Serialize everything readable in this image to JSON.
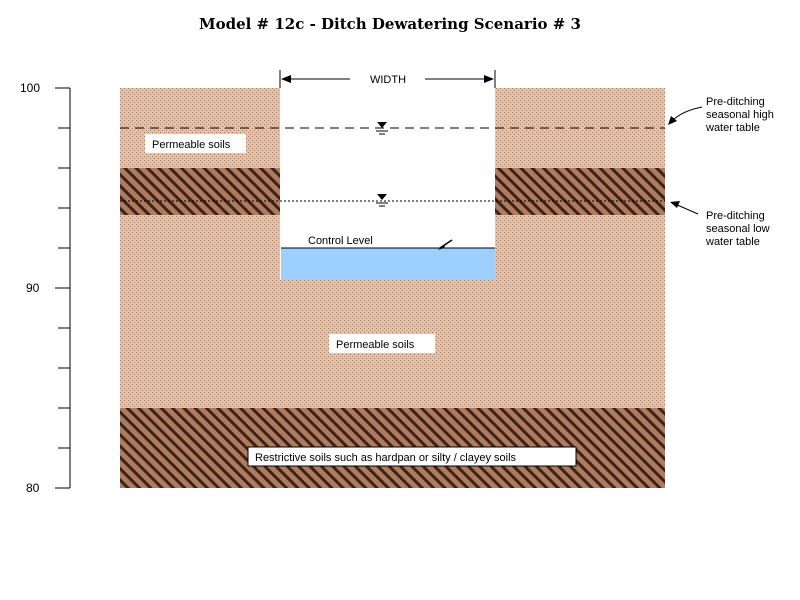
{
  "title": "Model # 12c - Ditch Dewatering Scenario # 3",
  "axis": {
    "ticks": [
      "100",
      "90",
      "80"
    ]
  },
  "labels": {
    "width": "WIDTH",
    "permeable_upper": "Permeable soils",
    "permeable_lower": "Permeable soils",
    "control_level": "Control Level",
    "restrictive": "Restrictive soils such as hardpan or silty / clayey soils"
  },
  "annotations": {
    "high_water_table": [
      "Pre-ditching",
      "seasonal high",
      "water table"
    ],
    "low_water_table": [
      "Pre-ditching",
      "seasonal low",
      "water table"
    ]
  },
  "colors": {
    "permeable_soil": "#e8c2a8",
    "soil_dots": "#9a7a6a",
    "restrictive_soil": "#b07a5e",
    "hatch": "#3a2418",
    "water": "#9dcfff",
    "lines": "#000000"
  }
}
